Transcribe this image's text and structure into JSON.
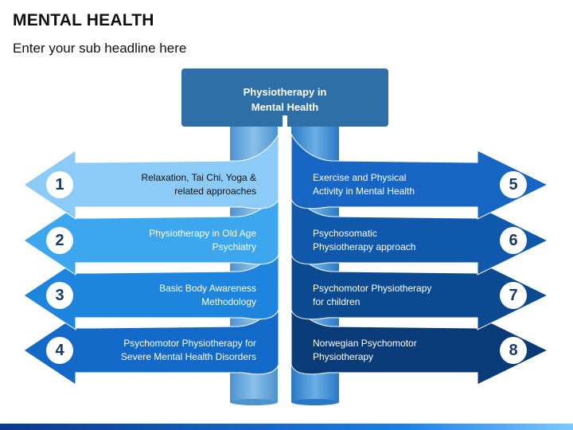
{
  "title": "MENTAL HEALTH",
  "subtitle": "Enter your sub headline here",
  "header": "Physiotherapy in\nMental Health",
  "left_items": [
    {
      "number": "1",
      "text": "Relaxation, Tai Chi, Yoga &\nrelated approaches",
      "color": "#8ccbf7",
      "text_color": "#111111"
    },
    {
      "number": "2",
      "text": "Physiotherapy in Old Age\nPsychiatry",
      "color": "#3ca6ee",
      "text_color": "#ffffff"
    },
    {
      "number": "3",
      "text": "Basic Body Awareness\nMethodology",
      "color": "#1d85de",
      "text_color": "#ffffff"
    },
    {
      "number": "4",
      "text": "Psychomotor Physiotherapy for\nSevere Mental Health Disorders",
      "color": "#1269c7",
      "text_color": "#ffffff"
    }
  ],
  "right_items": [
    {
      "number": "5",
      "text": "Exercise and Physical\nActivity in Mental Health",
      "color": "#1766c4"
    },
    {
      "number": "6",
      "text": "Psychosomatic\nPhysiotherapy approach",
      "color": "#0f58ab"
    },
    {
      "number": "7",
      "text": "Psychomotor Physiotherapy\nfor children",
      "color": "#0b4a91"
    },
    {
      "number": "8",
      "text": "Norwegian Psychomotor\nPhysiotherapy",
      "color": "#083b77"
    }
  ],
  "colors": {
    "header_fill": "#2f6fa8",
    "pillar_left": "#5a9ed6",
    "pillar_right": "#2b7ac4"
  }
}
